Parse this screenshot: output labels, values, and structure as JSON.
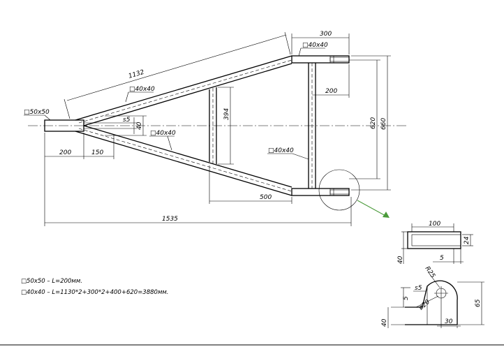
{
  "dimensions": {
    "d1132": "1132",
    "d300": "300",
    "d200_top": "200",
    "d620": "620",
    "d660": "660",
    "d394": "394",
    "d500": "500",
    "d1535": "1535",
    "d200_left": "200",
    "d150": "150",
    "d_s5": "s5",
    "d_40": "40"
  },
  "profiles": {
    "p50x50": "□50x50",
    "p40x40_top": "□40x40",
    "p40x40_upper": "□40x40",
    "p40x40_lower": "□40x40",
    "p40x40_cross": "□40x40"
  },
  "detail_a": {
    "d100": "100",
    "d24": "24",
    "d40": "40",
    "d5": "5"
  },
  "detail_b": {
    "dR25": "R25",
    "ds5": "s5",
    "d5": "5",
    "d20": "ø20",
    "d65": "65",
    "d40": "40",
    "d30": "30"
  },
  "notes": {
    "line1": "□50x50  –  L=200мм.",
    "line2": "□40x40  –  L=1130*2+300*2+400+620=3880мм."
  },
  "colors": {
    "arrow": "#4a9a3a"
  }
}
